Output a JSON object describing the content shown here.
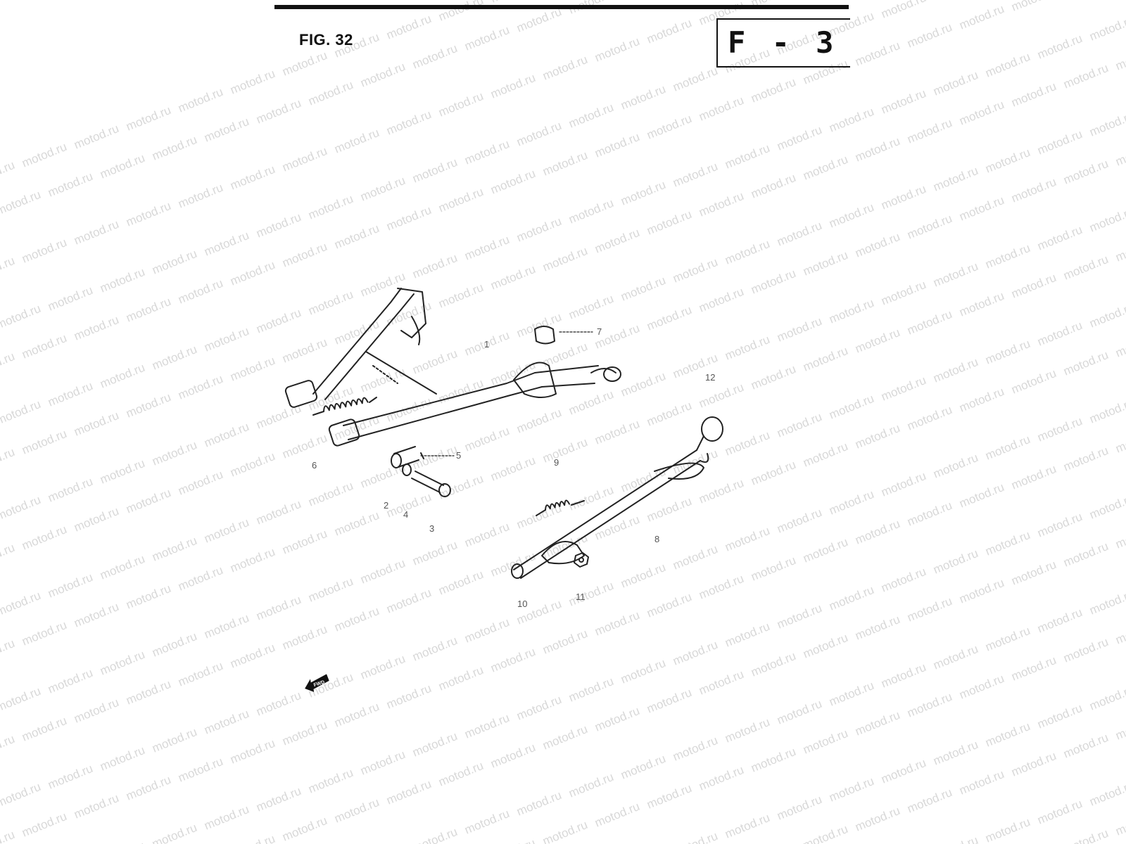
{
  "header": {
    "figure_label": "FIG. 32",
    "section_code": "F - 3"
  },
  "watermark": {
    "text": "motod.ru"
  },
  "callouts": {
    "c1": "1",
    "c2": "2",
    "c3": "3",
    "c4": "4",
    "c5": "5",
    "c6": "6",
    "c7": "7",
    "c8": "8",
    "c9": "9",
    "c10": "10",
    "c11": "11",
    "c12": "12"
  },
  "direction_badge": {
    "text": "FWD",
    "icon": "forward-arrow-icon"
  }
}
